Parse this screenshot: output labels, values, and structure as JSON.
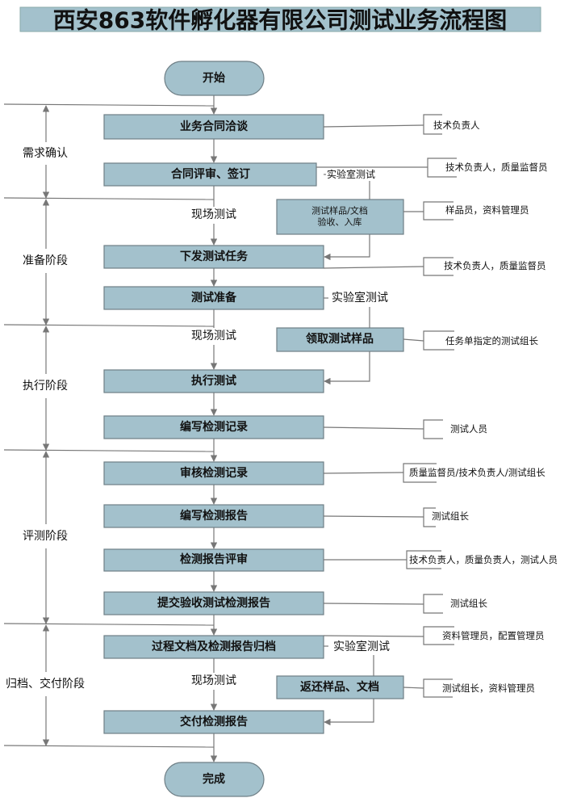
{
  "title": "西安863软件孵化器有限公司测试业务流程图",
  "start": "开始",
  "end": "完成",
  "steps": [
    "业务合同洽谈",
    "合同评审、签订",
    "下发测试任务",
    "测试准备",
    "执行测试",
    "编写检测记录",
    "审核检测记录",
    "编写检测报告",
    "检测报告评审",
    "提交验收测试检测报告",
    "过程文档及检测报告归档",
    "交付检测报告"
  ],
  "side_steps": {
    "sample_accept_line1": "测试样品/文档",
    "sample_accept_line2": "验收、入库",
    "get_sample": "领取测试样品",
    "return_sample": "返还样品、文档"
  },
  "phases": [
    "需求确认",
    "准备阶段",
    "执行阶段",
    "评测阶段",
    "归档、交付阶段"
  ],
  "branches": {
    "lab": "实验室测试",
    "onsite": "现场测试"
  },
  "roles": [
    "技术负责人",
    "技术负责人，质量监督员",
    "样品员，资料管理员",
    "技术负责人，质量监督员",
    "任务单指定的测试组长",
    "测试人员",
    "质量监督员/技术负责人/测试组长",
    "测试组长",
    "技术负责人，质量负责人，测试人员",
    "测试组长",
    "资料管理员，配置管理员",
    "测试组长，资料管理员"
  ],
  "colors": {
    "box_fill": "#a3c1cc",
    "line": "#777777"
  }
}
